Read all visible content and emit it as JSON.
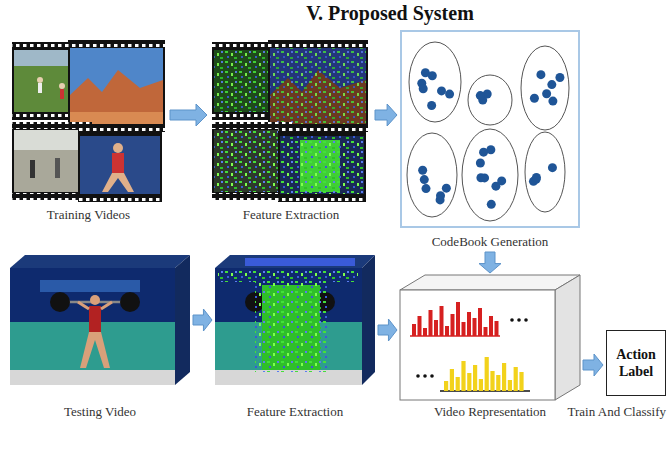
{
  "diagram": {
    "title": "V. Proposed System",
    "nodes": [
      {
        "text": [
          "Training Videos"
        ]
      },
      {
        "text": [
          "Feature Extraction"
        ]
      },
      {
        "text": [
          "CodeBook Generation"
        ]
      },
      {
        "text": [
          "Testing Video"
        ]
      },
      {
        "text": [
          "Feature Extraction"
        ]
      },
      {
        "text": [
          "Video Representation"
        ]
      },
      {
        "text": [
          "Action Label"
        ]
      }
    ],
    "edges": [
      {
        "from": 0,
        "to": 1,
        "arrow": "to"
      },
      {
        "from": 1,
        "to": 2,
        "arrow": "to"
      },
      {
        "from": 2,
        "to": 5,
        "arrow": "to"
      },
      {
        "from": 3,
        "to": 4,
        "arrow": "to"
      },
      {
        "from": 4,
        "to": 5,
        "arrow": "to"
      },
      {
        "from": 5,
        "to": 6,
        "arrow": "to"
      }
    ],
    "labels": [
      "Train And Classify"
    ]
  }
}
